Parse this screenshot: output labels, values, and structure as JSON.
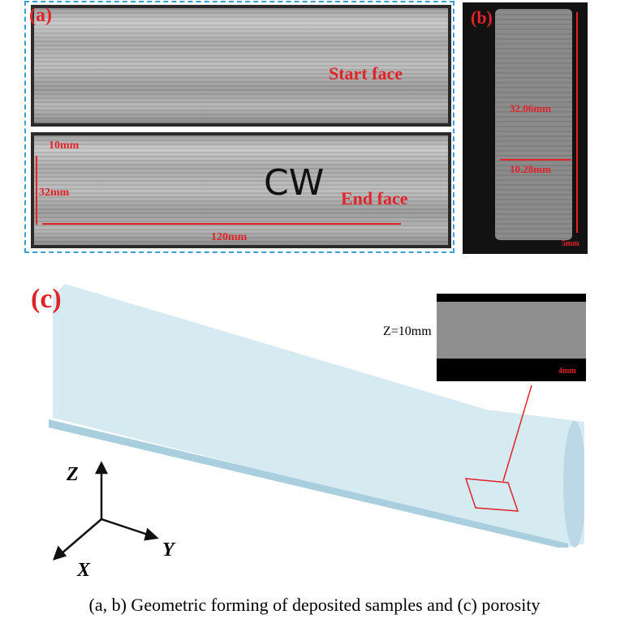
{
  "panel_a": {
    "label": "(a)",
    "top_text": "Start face",
    "bottom_text": "End face",
    "dim_depth": "10mm",
    "dim_height": "32mm",
    "dim_length": "120mm",
    "handwriting": "CW"
  },
  "panel_b": {
    "label": "(b)",
    "dim_height": "32.06mm",
    "dim_width": "10.28mm",
    "scale": "5mm"
  },
  "panel_c": {
    "label": "(c)",
    "inset_label": "Z=10mm",
    "inset_scale": "4mm",
    "axes": {
      "z": "Z",
      "x": "X",
      "y": "Y"
    }
  },
  "caption": "(a, b) Geometric forming of deposited samples and (c) porosity"
}
